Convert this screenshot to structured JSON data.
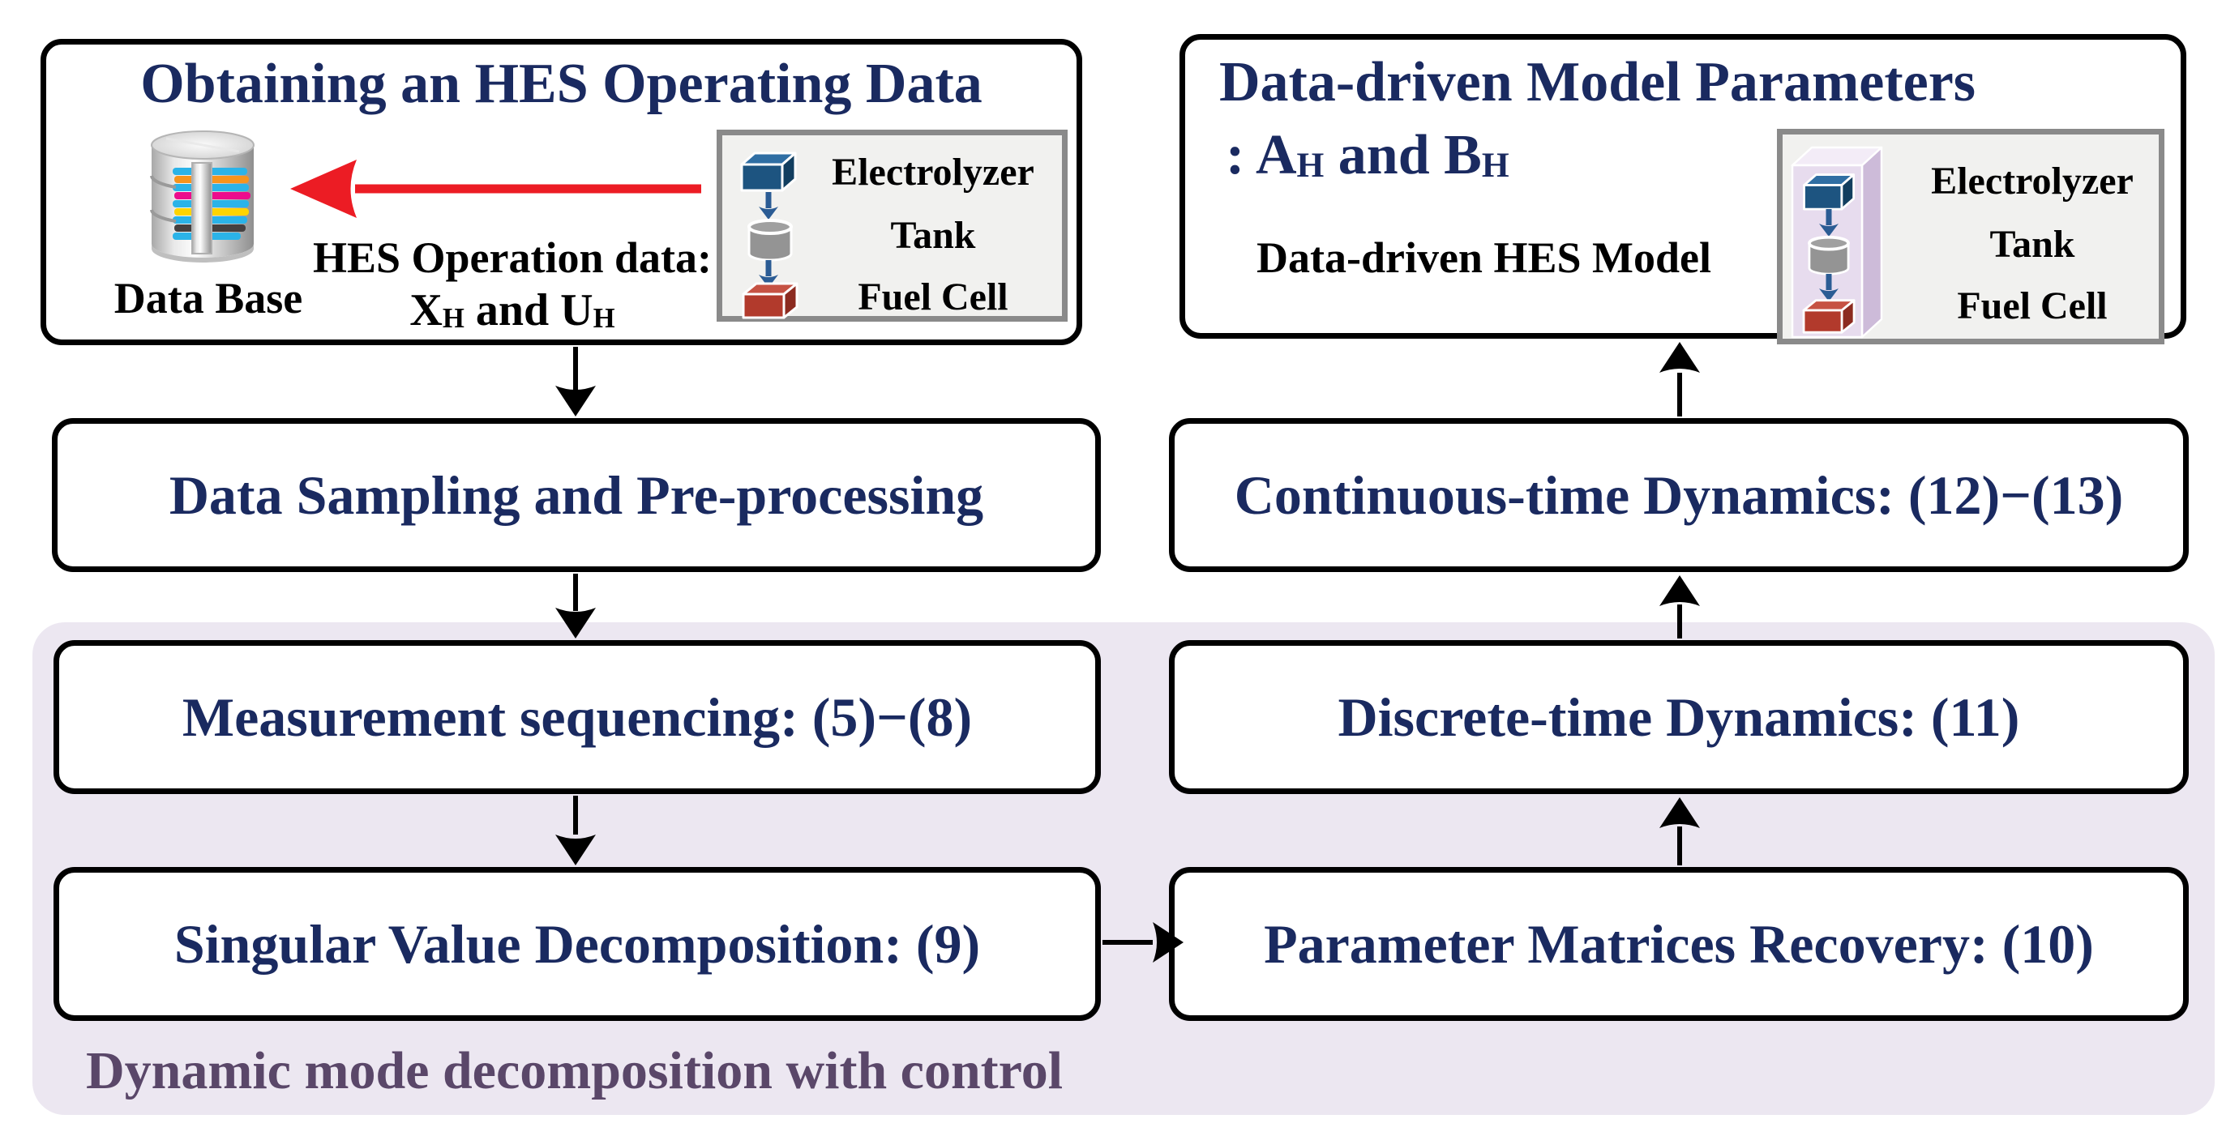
{
  "diagram": {
    "obtain_box": {
      "title": "Obtaining an HES Operating Data",
      "database_label": "Data Base",
      "operation_caption": "HES Operation data:",
      "vars": {
        "x": "X",
        "x_sub": "H",
        "and_word": " and ",
        "u": "U",
        "u_sub": "H"
      }
    },
    "left_stack": {
      "items": [
        "Electrolyzer",
        "Tank",
        "Fuel Cell"
      ]
    },
    "params_box": {
      "title": "Data-driven Model Parameters",
      "line2": {
        "prefix": ": ",
        "a": "A",
        "a_sub": "H",
        "and_word": " and ",
        "b": "B",
        "b_sub": "H"
      },
      "model_label": "Data-driven HES Model"
    },
    "right_stack": {
      "items": [
        "Electrolyzer",
        "Tank",
        "Fuel Cell"
      ]
    },
    "sampling_box": "Data Sampling and Pre-processing",
    "sequencing_box": "Measurement sequencing: (5)−(8)",
    "svd_box": "Singular Value Decomposition: (9)",
    "recovery_box": "Parameter Matrices Recovery: (10)",
    "discrete_box": "Discrete-time Dynamics: (11)",
    "continuous_box": "Continuous-time Dynamics: (12)−(13)",
    "dmd_caption": "Dynamic mode decomposition with control"
  },
  "colors": {
    "navy_text": "#1a2a60",
    "purple_caption_text": "#5a4769",
    "purple_zone_bg": "#ece7f1",
    "red_arrow": "#ec1c24",
    "electrolyzer_cube": "#1d5480",
    "tank_cylinder": "#949494",
    "fuel_cell_cube": "#b23a2c",
    "stack_arrow_blue": "#2b5c94",
    "lavender_column": "#e7dcee"
  }
}
